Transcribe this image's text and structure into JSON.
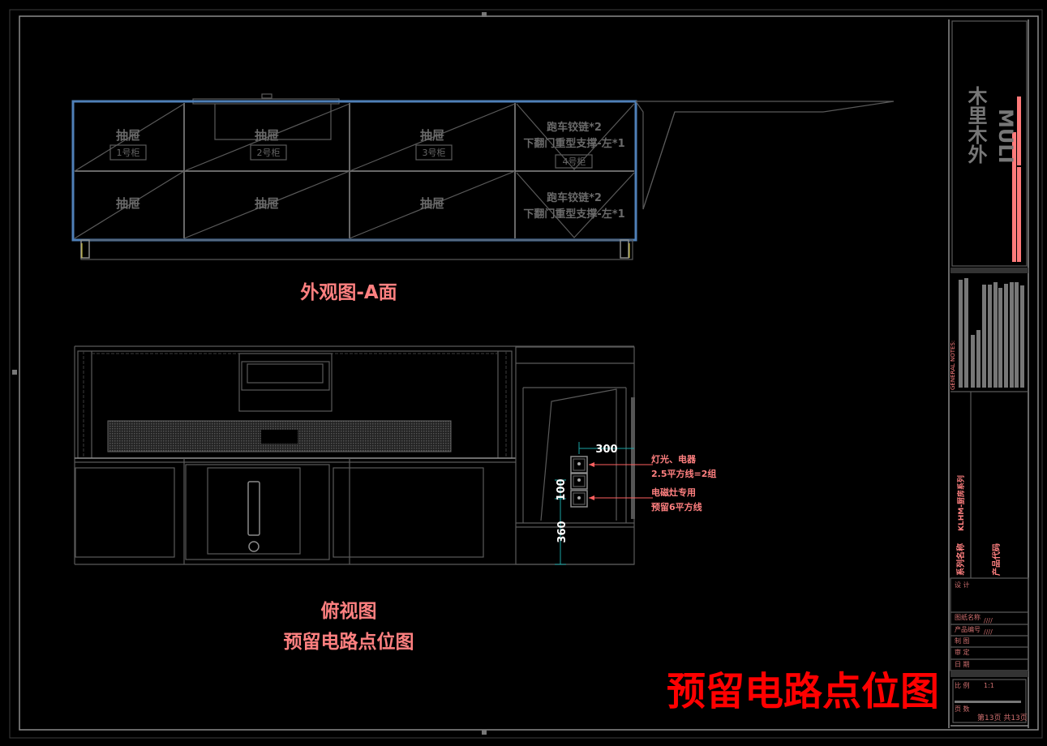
{
  "elevation": {
    "title": "外观图-A面",
    "cells": [
      {
        "label": "抽屉",
        "tag": "1号柜"
      },
      {
        "label": "抽屉",
        "tag": "2号柜"
      },
      {
        "label": "抽屉",
        "tag": "3号柜"
      },
      {
        "line1": "跑车铰链*2",
        "line2": "下翻门重型支撑-左*1",
        "tag": "4号柜"
      },
      {
        "label": "抽屉"
      },
      {
        "label": "抽屉"
      },
      {
        "label": "抽屉"
      },
      {
        "line1": "跑车铰链*2",
        "line2": "下翻门重型支撑-左*1"
      }
    ]
  },
  "plan": {
    "title1": "俯视图",
    "title2": "预留电路点位图",
    "dims": {
      "width": "300",
      "spacing": "100",
      "height": "360"
    },
    "notes": [
      {
        "line1": "灯光、电器",
        "line2": "2.5平方线=2组"
      },
      {
        "line1": "电磁灶专用",
        "line2": "预留6平方线"
      }
    ]
  },
  "sheet_title": "预留电路点位图",
  "title_block": {
    "logo_en": "MULI",
    "logo_cn": "木里木外",
    "general_notes": "GENERAL NOTES:",
    "series_label": "系列名称",
    "series_value": "KLHM-厨房系列",
    "product_code_label": "产品代码",
    "rows": [
      {
        "label": "设  计",
        "value": ""
      },
      {
        "label": "图纸名称",
        "value": "////"
      },
      {
        "label": "产品编号",
        "value": "////"
      },
      {
        "label": "制  图",
        "value": ""
      },
      {
        "label": "审  定",
        "value": ""
      },
      {
        "label": "日  期",
        "value": ""
      }
    ],
    "scale_label": "比  例",
    "scale_value": "1:1",
    "pages_label": "页  数",
    "pages_value": "第13页 共13页"
  },
  "colors": {
    "accent": "#ff8080",
    "title_red": "#ff0000",
    "frame_blue": "#4f80b8"
  }
}
